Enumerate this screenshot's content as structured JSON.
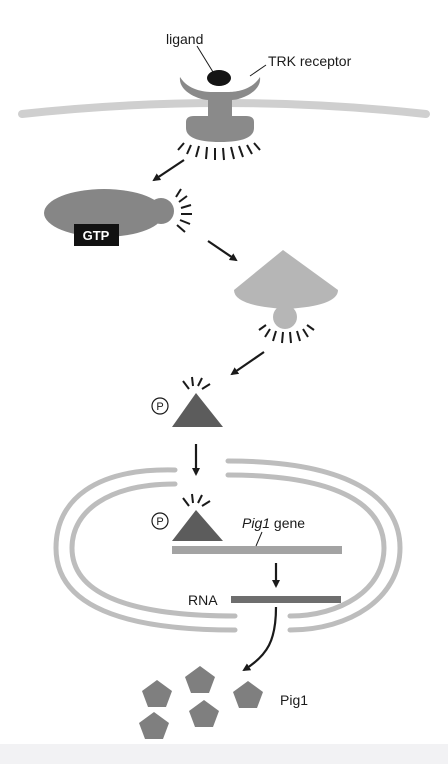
{
  "labels": {
    "ligand": "ligand",
    "receptor": "TRK receptor",
    "gtp": "GTP",
    "phospho_1": "P",
    "phospho_2": "P",
    "gene_name": "Pig1",
    "gene_suffix": " gene",
    "rna": "RNA",
    "protein": "Pig1"
  },
  "colors": {
    "membrane": "#cfcfcf",
    "receptor": "#8a8a8a",
    "ligand": "#141414",
    "gtp_protein": "#868686",
    "kinase_light": "#b6b6b6",
    "kinase_dark": "#5c5c5c",
    "nucleus_envelope": "#bdbdbd",
    "gene_bar": "#a3a3a3",
    "rna_bar": "#6e6e6e",
    "pig1_protein": "#7f7f7f",
    "arrow": "#1a1a1a"
  }
}
